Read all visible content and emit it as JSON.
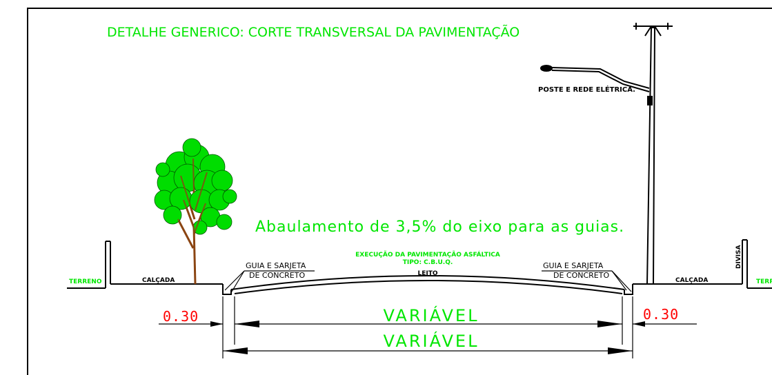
{
  "title": "DETALHE GENERICO: CORTE TRANSVERSAL DA PAVIMENTAÇÃO",
  "pole_label": "POSTE E REDE ELÉTRICA.",
  "slope_note": "Abaulamento de 3,5% do eixo para as guias.",
  "paving": {
    "line1": "EXECUÇÃO DA PAVIMENTAÇÃO ASFÁLTICA",
    "line2": "TIPO: C.B.U.Q."
  },
  "road_label": "LEITO",
  "left": {
    "terrain": "TERRENO",
    "sidewalk": "CALÇADA",
    "curb_line1": "GUIA E SARJETA",
    "curb_line2": "DE CONCRETO",
    "offset": "0.30"
  },
  "right": {
    "terrain": "TERRENO",
    "sidewalk": "CALÇADA",
    "curb_line1": "GUIA E SARJETA",
    "curb_line2": "DE CONCRETO",
    "offset": "0.30",
    "divisa": "DIVISA"
  },
  "dimension_inner": "VARIÁVEL",
  "dimension_outer": "VARIÁVEL",
  "colors": {
    "annotation_green": "#00e600",
    "dimension_red": "#ff0000",
    "tree_green": "#00dd00",
    "trunk": "#8b4513"
  }
}
